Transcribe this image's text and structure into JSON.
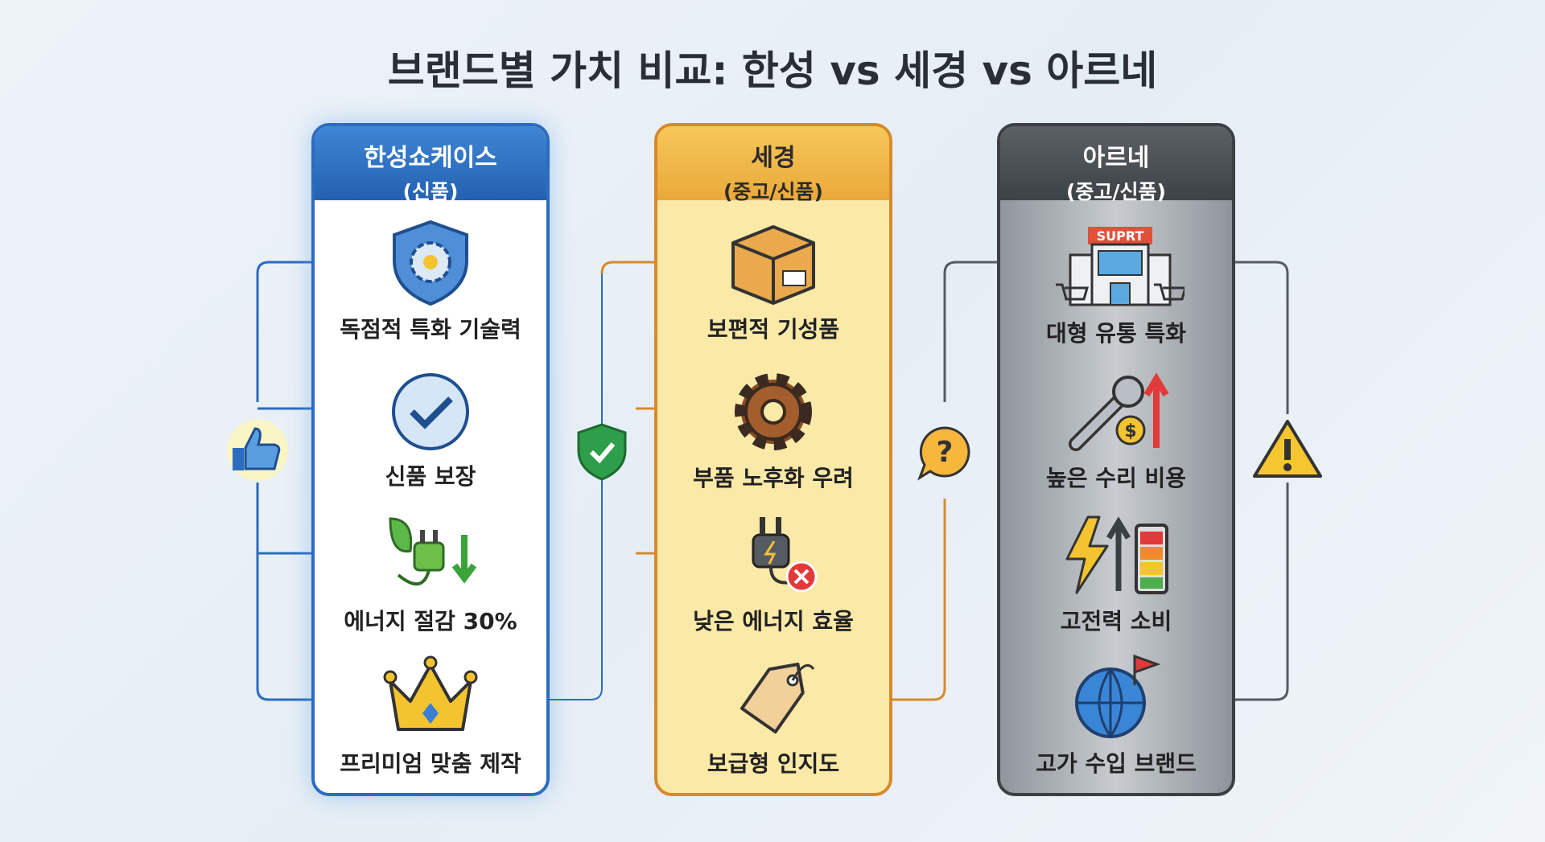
{
  "title": "브랜드별 가치 비교: 한성 vs 세경 vs 아르네",
  "columns": [
    {
      "name": "한성쇼케이스",
      "sub": "(신품)",
      "items": [
        "독점적 특화 기술력",
        "신품 보장",
        "에너지 절감 30%",
        "프리미엄 맞춤 제작"
      ]
    },
    {
      "name": "세경",
      "sub": "(중고/신품)",
      "items": [
        "보편적 기성품",
        "부품 노후화 우려",
        "낮은 에너지 효율",
        "보급형 인지도"
      ]
    },
    {
      "name": "아르네",
      "sub": "(중고/신품)",
      "items": [
        "대형 유통 특화",
        "높은 수리 비용",
        "고전력 소비",
        "고가 수입 브랜드"
      ],
      "store_sign": "SUPRT"
    }
  ],
  "colors": {
    "blue": "#2b6cc0",
    "orange": "#d7892c",
    "gray": "#3b4045"
  }
}
